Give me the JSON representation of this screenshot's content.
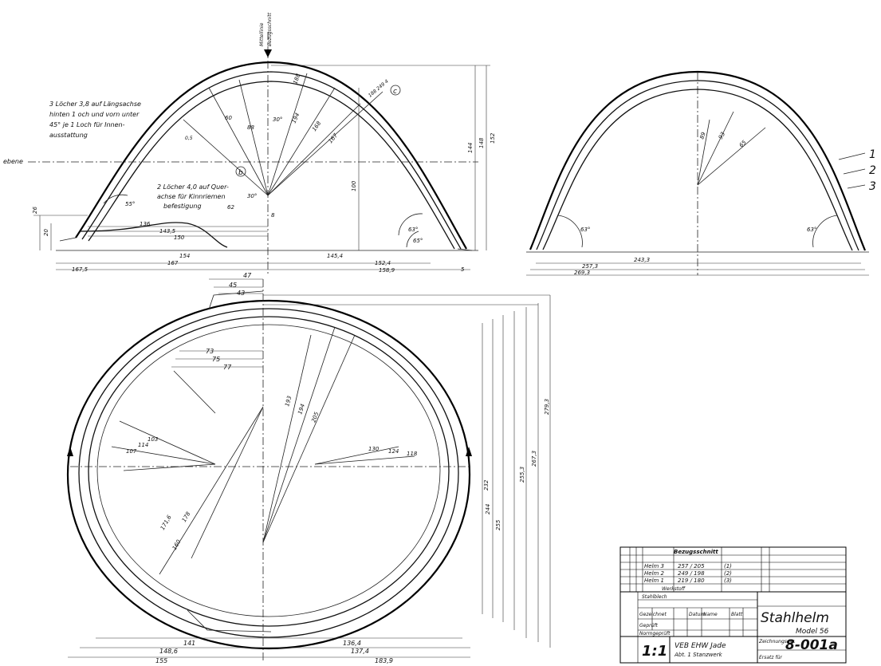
{
  "notes": {
    "holes_long_axis": [
      "3 Löcher 3,8 auf Längsachse",
      "hinten 1 och und vorn unter",
      "45° je 1 Loch für Innen-",
      "ausstattung"
    ],
    "holes_cross_axis": [
      "2 Löcher 4,0 auf Quer-",
      "achse für Kinnriemen",
      "befestigung"
    ],
    "ebene": "ebene",
    "reference_cut": [
      "Mittellinie",
      "Bezugsschnitt"
    ]
  },
  "markers": {
    "b": "b",
    "c": "c"
  },
  "side_view": {
    "dims": [
      "136",
      "143,5",
      "150",
      "154",
      "167",
      "167,5",
      "145,4",
      "152,4",
      "158,9",
      "5",
      "100",
      "144",
      "148",
      "152",
      "26",
      "20",
      "8"
    ],
    "radii": [
      "88",
      "62",
      "60",
      "188",
      "194",
      "168",
      "167",
      "188 249 4",
      "0,5"
    ],
    "angles": [
      "55°",
      "63°",
      "65°",
      "30°",
      "30°"
    ]
  },
  "front_view": {
    "dims": [
      "243,3",
      "257,3",
      "269,3"
    ],
    "radii": [
      "89",
      "93",
      "65"
    ],
    "angles": [
      "63°",
      "63°"
    ],
    "layers": [
      "1",
      "2",
      "3"
    ]
  },
  "plan_view": {
    "top_dims": [
      "47",
      "45",
      "43"
    ],
    "inner_dims": [
      "73",
      "75",
      "77"
    ],
    "radii": [
      "193",
      "194",
      "205",
      "103",
      "114",
      "107",
      "130",
      "124",
      "118",
      "171,6",
      "178",
      "160"
    ],
    "right_dims": [
      "232",
      "244",
      "255",
      "255,3",
      "267,3",
      "279,3"
    ],
    "bottom_dims": [
      "141",
      "148,6",
      "155",
      "136,4",
      "137,4",
      "183,9"
    ]
  },
  "title_block": {
    "header": "Bezugsschnitt",
    "rows": [
      {
        "name": "Helm 3",
        "size": "257 / 205",
        "code": "(1)"
      },
      {
        "name": "Helm 2",
        "size": "249 / 198",
        "code": "(2)"
      },
      {
        "name": "Helm 1",
        "size": "219 / 180",
        "code": "(3)"
      }
    ],
    "material_label": "Werkstoff",
    "material_value": "Stahlblech",
    "scale": "1:1",
    "company": "VEB EHW Jade",
    "dept": "Abt. 1 Stanzwerk",
    "title": "Stahlhelm",
    "subtitle": "Model 56",
    "drawing_no": "8-001a",
    "small_cells": [
      "Gezeichnet",
      "Geprüft",
      "Normgeprüft",
      "Datum",
      "Name",
      "Blatt",
      "Ersatz für",
      "Zeichnungs-Nr."
    ]
  }
}
